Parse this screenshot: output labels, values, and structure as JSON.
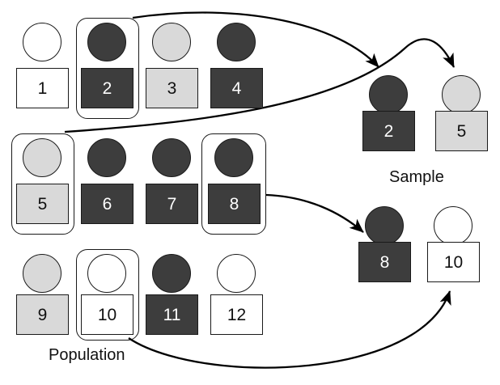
{
  "figure": {
    "title_population": "Population",
    "title_sample": "Sample",
    "colors": {
      "dark": "#3d3d3d",
      "light": "#d9d9d9",
      "white": "#ffffff",
      "outline": "#1a1a1a",
      "arrow": "#000000"
    }
  },
  "population": {
    "label": "Population",
    "rows": [
      {
        "units": [
          {
            "label": "1",
            "shade": "white",
            "selected": false
          },
          {
            "label": "2",
            "shade": "dark",
            "selected": true
          },
          {
            "label": "3",
            "shade": "light",
            "selected": false
          },
          {
            "label": "4",
            "shade": "dark",
            "selected": false
          }
        ]
      },
      {
        "units": [
          {
            "label": "5",
            "shade": "light",
            "selected": true
          },
          {
            "label": "6",
            "shade": "dark",
            "selected": false
          },
          {
            "label": "7",
            "shade": "dark",
            "selected": false
          },
          {
            "label": "8",
            "shade": "dark",
            "selected": true
          }
        ]
      },
      {
        "units": [
          {
            "label": "9",
            "shade": "light",
            "selected": false
          },
          {
            "label": "10",
            "shade": "white",
            "selected": true
          },
          {
            "label": "11",
            "shade": "dark",
            "selected": false
          },
          {
            "label": "12",
            "shade": "white",
            "selected": false
          }
        ]
      }
    ]
  },
  "sample": {
    "label": "Sample",
    "rows": [
      {
        "units": [
          {
            "label": "2",
            "shade": "dark"
          },
          {
            "label": "5",
            "shade": "light"
          }
        ]
      },
      {
        "units": [
          {
            "label": "8",
            "shade": "dark"
          },
          {
            "label": "10",
            "shade": "white"
          }
        ]
      }
    ]
  },
  "arrows": [
    {
      "from": "population-unit-2",
      "to": "sample-unit-2"
    },
    {
      "from": "population-unit-5",
      "to": "sample-unit-5"
    },
    {
      "from": "population-unit-8",
      "to": "sample-unit-8"
    },
    {
      "from": "population-unit-10",
      "to": "sample-unit-10"
    }
  ]
}
